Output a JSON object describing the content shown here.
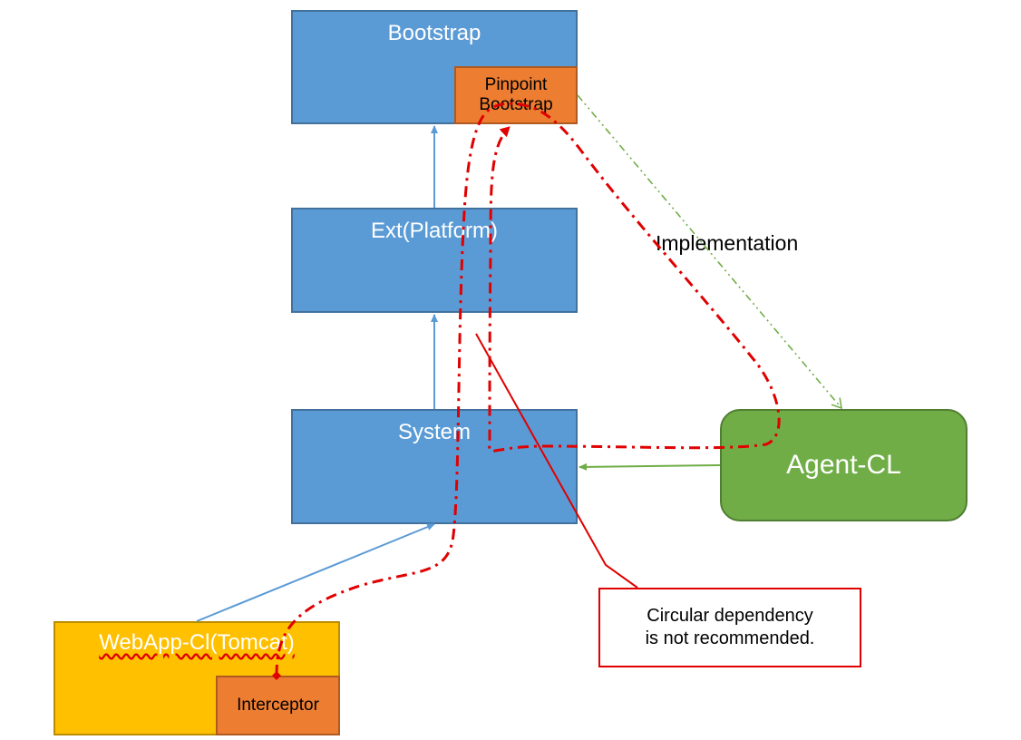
{
  "boxes": {
    "bootstrap": "Bootstrap",
    "pinpoint_bootstrap_line1": "Pinpoint",
    "pinpoint_bootstrap_line2": "Bootstrap",
    "ext_platform": "Ext(Platform)",
    "system": "System",
    "agent_cl": "Agent-CL",
    "webapp_cl": "WebApp-Cl(Tomcat)",
    "interceptor": "Interceptor"
  },
  "labels": {
    "implementation": "Implementation"
  },
  "note": {
    "line1": "Circular dependency",
    "line2": "is not recommended."
  },
  "colors": {
    "class_loader_box": "#5b9bd5",
    "pinpoint_box": "#ed7d31",
    "webapp_box": "#ffc000",
    "agent_box": "#70ad47",
    "circular_path": "#e00000",
    "implementation_arrow": "#70ad47"
  }
}
